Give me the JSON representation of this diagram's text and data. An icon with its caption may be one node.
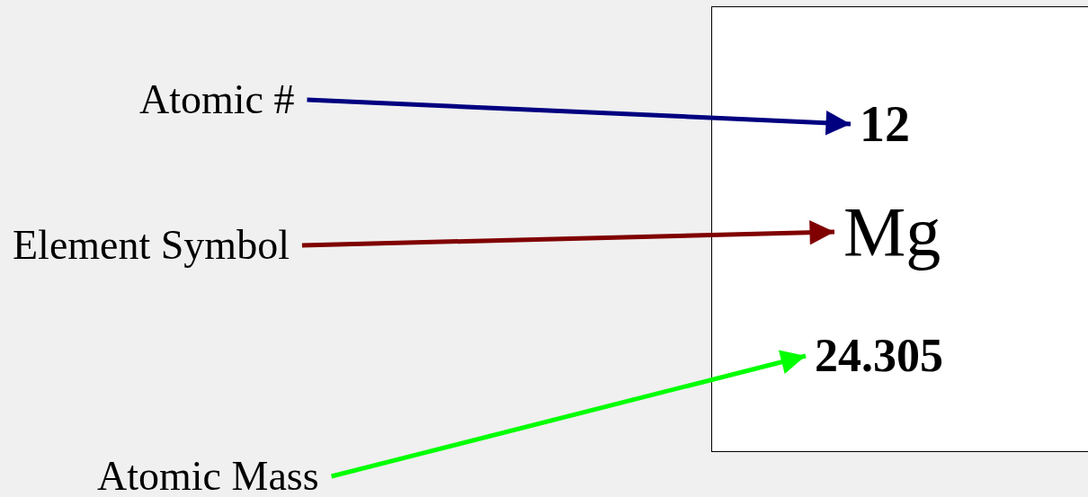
{
  "diagram": {
    "nodes": [
      {
        "text": [
          "Atomic #"
        ]
      },
      {
        "text": [
          "Element Symbol"
        ]
      },
      {
        "text": [
          "Atomic Mass"
        ]
      },
      {
        "text": [],
        "shape": "box"
      },
      {
        "text": [
          "12"
        ],
        "in": 3
      },
      {
        "text": [
          "Mg"
        ],
        "in": 3
      },
      {
        "text": [
          "24.305"
        ],
        "in": 3
      }
    ],
    "edges": [
      {
        "from": 0,
        "to": 4,
        "arrow": "to",
        "color": "#000080"
      },
      {
        "from": 1,
        "to": 5,
        "arrow": "to",
        "color": "#800000"
      },
      {
        "from": 2,
        "to": 6,
        "arrow": "to",
        "color": "#00ff00"
      }
    ]
  }
}
